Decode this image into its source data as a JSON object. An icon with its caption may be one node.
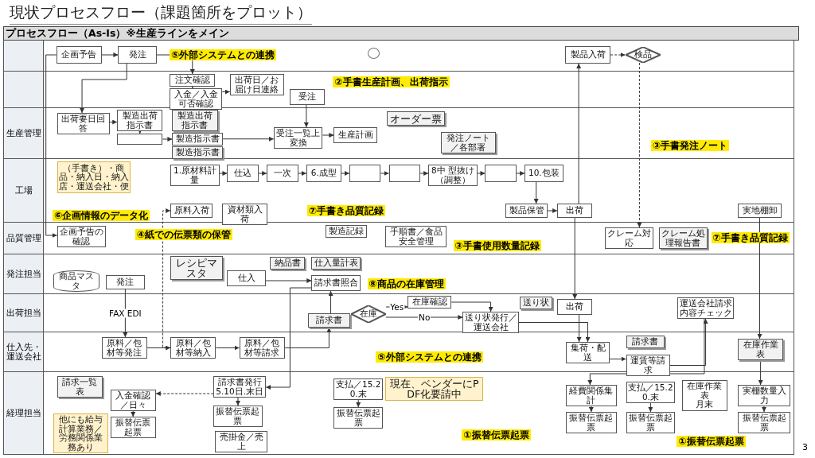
{
  "diagram": {
    "title": "現状プロセスフロー（課題箇所をプロット）",
    "nodes": [
      {
        "text": [
          "企画予告"
        ]
      },
      {
        "text": [
          "発注"
        ]
      },
      {
        "text": [],
        "shape": "circle"
      },
      {
        "text": [
          "製品入荷"
        ]
      },
      {
        "text": [
          "検品"
        ]
      },
      {
        "text": [
          "注文確認"
        ]
      },
      {
        "text": [
          "入金／入金可否確認"
        ]
      },
      {
        "text": [
          "出荷日／お届け日連絡"
        ]
      },
      {
        "text": [
          "受注"
        ]
      },
      {
        "text": [
          "生産管理"
        ]
      },
      {
        "text": [
          "出荷要日回答"
        ],
        "in": 9
      },
      {
        "text": [
          "製造出荷指示書"
        ],
        "in": 9
      },
      {
        "text": [
          "製造出荷指示書"
        ],
        "in": 9
      },
      {
        "text": [],
        "shape": "box",
        "in": 9
      },
      {
        "text": [
          "製造指示書"
        ],
        "in": 9
      },
      {
        "text": [
          "製造指示書"
        ],
        "in": 9
      },
      {
        "text": [
          "受注一覧上変換"
        ],
        "in": 9
      },
      {
        "text": [
          "生産計画"
        ],
        "in": 9
      },
      {
        "text": [
          "オーダー票"
        ],
        "in": 9
      },
      {
        "text": [
          "工場"
        ]
      },
      {
        "text": [
          "発注ノート／各部署"
        ],
        "in": 9
      },
      {
        "text": [
          "（手書き）・商品・納入日・納入店・運送会社・便"
        ],
        "in": 19
      },
      {
        "text": [
          "1.原材料計量"
        ],
        "in": 19
      },
      {
        "text": [
          "仕込"
        ],
        "in": 19
      },
      {
        "text": [
          "一次"
        ],
        "in": 19
      },
      {
        "text": [
          "6.成型"
        ],
        "in": 19
      },
      {
        "text": [],
        "shape": "box",
        "in": 19
      },
      {
        "text": [],
        "shape": "box",
        "in": 19
      },
      {
        "text": [
          "8中 型抜け（調整）"
        ],
        "in": 19
      },
      {
        "text": [],
        "shape": "box",
        "in": 19
      },
      {
        "text": [
          "10.包装"
        ],
        "in": 19
      },
      {
        "text": [
          "製品保管"
        ],
        "in": 19
      },
      {
        "text": [
          "出荷"
        ],
        "in": 19
      },
      {
        "text": [
          "原料入荷"
        ],
        "in": 19
      },
      {
        "text": [
          "資材類入荷"
        ],
        "in": 19
      },
      {
        "text": [
          "実地棚卸"
        ],
        "in": 19
      },
      {
        "text": [
          "品質管理"
        ]
      },
      {
        "text": [
          "企画予告の確認"
        ],
        "in": 36
      },
      {
        "text": [
          "製造記録"
        ],
        "in": 36
      },
      {
        "text": [
          "手順書／食品安全管理"
        ],
        "in": 36
      },
      {
        "text": [
          "クレーム対応"
        ],
        "in": 36
      },
      {
        "text": [
          "クレーム処理報告書"
        ],
        "in": 36
      },
      {
        "text": [
          "発注担当"
        ]
      },
      {
        "text": [
          "レシピマスタ"
        ],
        "in": 42
      },
      {
        "text": [
          "発注"
        ],
        "in": 42
      },
      {
        "text": [
          "商品マスタ"
        ],
        "in": 42
      },
      {
        "text": [
          "仕入"
        ],
        "in": 42
      },
      {
        "text": [
          "納品書"
        ],
        "in": 42
      },
      {
        "text": [
          "仕入量計表"
        ],
        "in": 42
      },
      {
        "text": [
          "請求書照合"
        ],
        "in": 42
      },
      {
        "text": [
          "出荷担当"
        ]
      },
      {
        "text": [
          "請求書"
        ],
        "in": 50
      },
      {
        "text": [
          "在庫"
        ],
        "in": 50
      },
      {
        "text": [
          "在庫確認"
        ],
        "in": 50
      },
      {
        "text": [
          "送り状発行／運送会社"
        ],
        "in": 50
      },
      {
        "text": [
          "送り状"
        ],
        "in": 50
      },
      {
        "text": [
          "出荷"
        ],
        "in": 50
      },
      {
        "text": [
          "運送会社請求内容チェック"
        ],
        "in": 50
      },
      {
        "text": [
          "仕入先・運送会社"
        ]
      },
      {
        "text": [
          "原料／包材等発注"
        ],
        "in": 58
      },
      {
        "text": [
          "原料／包材等納入"
        ],
        "in": 58
      },
      {
        "text": [
          "原料／包材等請求"
        ],
        "in": 58
      },
      {
        "text": [
          "集荷・配送"
        ],
        "in": 58
      },
      {
        "text": [
          "請求書"
        ],
        "in": 58
      },
      {
        "text": [
          "運賃等請求"
        ],
        "in": 58
      },
      {
        "text": [
          "在庫作業表"
        ],
        "in": 58
      },
      {
        "text": [
          "経理担当"
        ]
      },
      {
        "text": [
          "請求一覧表"
        ],
        "in": 66
      },
      {
        "text": [
          "入金確認／日々"
        ],
        "in": 66
      },
      {
        "text": [
          "振替伝票起票"
        ],
        "in": 66
      },
      {
        "text": [
          "他にも給与計算業務／労務関係業務あり"
        ],
        "in": 66
      },
      {
        "text": [
          "請求書発行",
          "5.10日.末日"
        ],
        "in": 66
      },
      {
        "text": [
          "振替伝票起票"
        ],
        "in": 66
      },
      {
        "text": [
          "売掛金／売上"
        ],
        "in": 66
      },
      {
        "text": [
          "支払／15.20.末"
        ],
        "in": 66
      },
      {
        "text": [
          "振替伝票起票"
        ],
        "in": 66
      },
      {
        "text": [
          "現在、ベンダーにPDF化要請中"
        ],
        "in": 66
      },
      {
        "text": [
          "経費関係集計"
        ],
        "in": 66
      },
      {
        "text": [
          "振替伝票起票"
        ],
        "in": 66
      },
      {
        "text": [
          "支払／15.20.末"
        ],
        "in": 66
      },
      {
        "text": [
          "振替伝票起票"
        ],
        "in": 66
      },
      {
        "text": [
          "在庫作業表",
          "月末"
        ],
        "in": 66
      },
      {
        "text": [
          "実棚数量入力"
        ],
        "in": 66
      },
      {
        "text": [
          "振替伝票起票"
        ],
        "in": 66
      }
    ],
    "edges": [
      {
        "from": 0,
        "to": 1,
        "arrow": "to"
      },
      {
        "from": 1,
        "to": 5,
        "arrow": "to"
      },
      {
        "from": 5,
        "to": 6,
        "arrow": "to"
      },
      {
        "from": 6,
        "to": 7,
        "arrow": "to"
      },
      {
        "from": 1,
        "to": 10,
        "arrow": "to"
      },
      {
        "from": 10,
        "to": 11,
        "arrow": "to"
      },
      {
        "from": 11,
        "to": 13,
        "arrow": "to"
      },
      {
        "from": 13,
        "to": 14,
        "arrow": "to"
      },
      {
        "from": 14,
        "to": 16,
        "arrow": "to"
      },
      {
        "from": 8,
        "to": 16,
        "arrow": "to"
      },
      {
        "from": 16,
        "to": 17,
        "arrow": "to"
      },
      {
        "from": 22,
        "to": 23,
        "arrow": "to"
      },
      {
        "from": 23,
        "to": 24,
        "arrow": "to"
      },
      {
        "from": 24,
        "to": 25,
        "arrow": "to"
      },
      {
        "from": 25,
        "to": 26,
        "arrow": "to"
      },
      {
        "from": 26,
        "to": 27,
        "arrow": "to"
      },
      {
        "from": 27,
        "to": 28,
        "arrow": "to"
      },
      {
        "from": 28,
        "to": 29,
        "arrow": "to"
      },
      {
        "from": 29,
        "to": 30,
        "arrow": "to"
      },
      {
        "from": 30,
        "to": 31,
        "arrow": "to"
      },
      {
        "from": 31,
        "to": 32,
        "arrow": "to"
      },
      {
        "from": 32,
        "to": 3,
        "arrow": "to"
      },
      {
        "from": 3,
        "to": 4,
        "arrow": "to",
        "style": "dashed"
      },
      {
        "from": 4,
        "to": 40,
        "arrow": "to",
        "style": "dashed"
      },
      {
        "from": 0,
        "to": 37,
        "arrow": "to"
      },
      {
        "from": 44,
        "to": 59,
        "arrow": "to",
        "label": "FAX EDI"
      },
      {
        "from": 59,
        "to": 60,
        "arrow": "to"
      },
      {
        "from": 60,
        "to": 61,
        "arrow": "to"
      },
      {
        "from": 60,
        "to": 33,
        "arrow": "to",
        "style": "dashed"
      },
      {
        "from": 61,
        "to": 51,
        "arrow": "to"
      },
      {
        "from": 51,
        "to": 49,
        "arrow": "to"
      },
      {
        "from": 46,
        "to": 49,
        "arrow": "to"
      },
      {
        "from": 52,
        "to": 53,
        "arrow": "to",
        "label": "Yes"
      },
      {
        "from": 52,
        "to": 54,
        "arrow": "to",
        "label": "No"
      },
      {
        "from": 53,
        "to": 54,
        "arrow": "to"
      },
      {
        "from": 54,
        "to": 62,
        "arrow": "to"
      },
      {
        "from": 32,
        "to": 56,
        "arrow": "to"
      },
      {
        "from": 56,
        "to": 62,
        "arrow": "to"
      },
      {
        "from": 62,
        "to": 64,
        "arrow": "to"
      },
      {
        "from": 64,
        "to": 57,
        "arrow": "to"
      },
      {
        "from": 57,
        "to": 77,
        "arrow": "to"
      },
      {
        "from": 77,
        "to": 78,
        "arrow": "to"
      },
      {
        "from": 49,
        "to": 71,
        "arrow": "to"
      },
      {
        "from": 71,
        "to": 72,
        "arrow": "to"
      },
      {
        "from": 71,
        "to": 68,
        "arrow": "to",
        "style": "dashed"
      },
      {
        "from": 68,
        "to": 69,
        "arrow": "to"
      },
      {
        "from": 74,
        "to": 75,
        "arrow": "to"
      },
      {
        "from": 79,
        "to": 80,
        "arrow": "to"
      },
      {
        "from": 35,
        "to": 65,
        "arrow": "to"
      },
      {
        "from": 65,
        "to": 82,
        "arrow": "to"
      },
      {
        "from": 82,
        "to": 83,
        "arrow": "to"
      }
    ],
    "labels": [
      "プロセスフロー（As-Is）※生産ラインをメイン",
      "⑤外部システムとの連携",
      "②手書生産計画、出荷指示",
      "③手書発注ノート",
      "⑥企画情報のデータ化",
      "⑦手書き品質記録",
      "④紙での伝票類の保管",
      "③手書使用数量記録",
      "⑧商品の在庫管理",
      "⑦手書き品質記録",
      "⑤外部システムとの連携",
      "①振替伝票起票",
      "①振替伝票起票",
      "3"
    ]
  }
}
